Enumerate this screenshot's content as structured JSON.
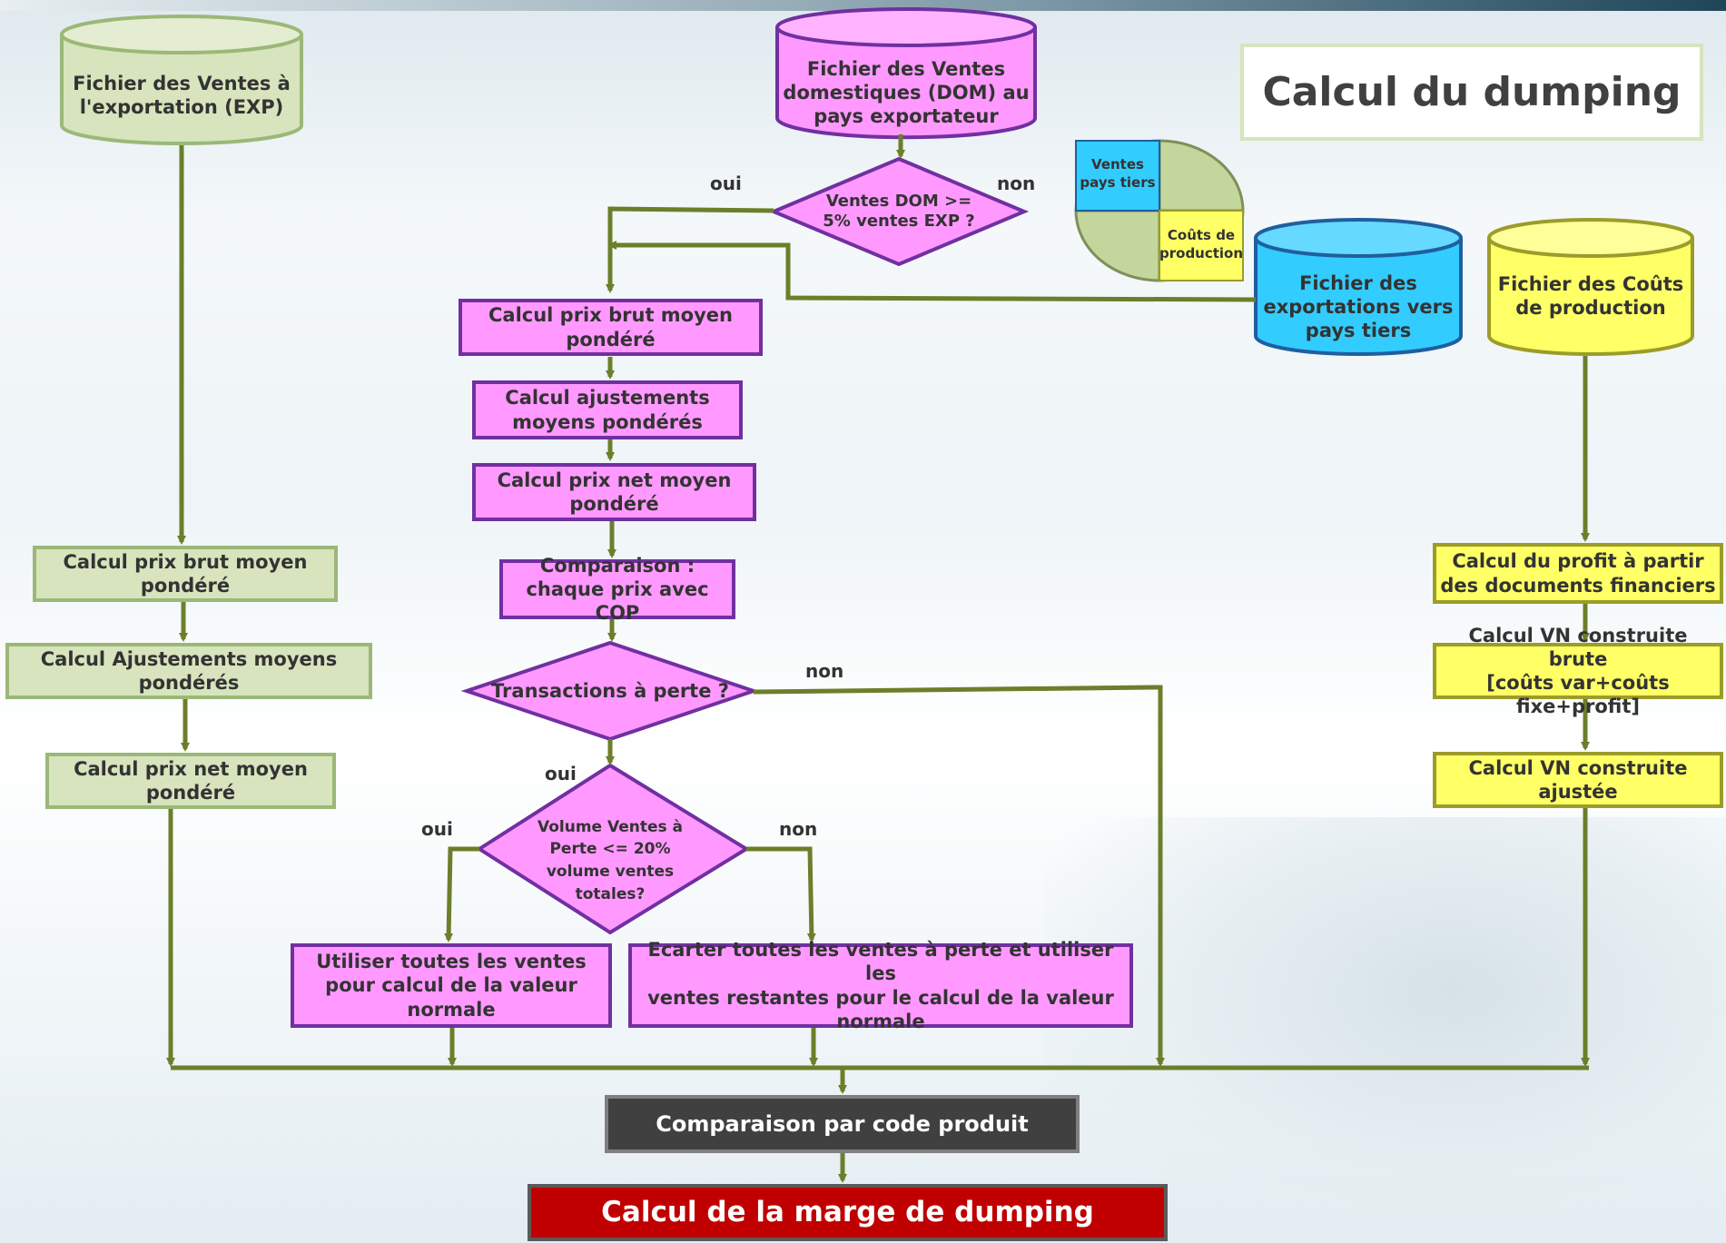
{
  "title": "Calcul du dumping",
  "colors": {
    "green_fill": "#d7e4bd",
    "pink_fill": "#ff99ff",
    "pink_border": "#7030a0",
    "yellow_fill": "#ffff66",
    "blue_fill": "#33ccff",
    "dark_fill": "#404040",
    "red_fill": "#c00000",
    "connector": "#6b7f2a"
  },
  "databases": {
    "exp": "Fichier des Ventes à\nl'exportation (EXP)",
    "dom": "Fichier des Ventes\ndomestiques (DOM) au\npays exportateur",
    "tiers": "Fichier des\nexportations vers\npays tiers",
    "cop": "Fichier des Coûts\nde production"
  },
  "pie": {
    "ventes_tiers": "Ventes\npays tiers",
    "couts_production": "Coûts de\nproduction"
  },
  "left_column": [
    "Calcul prix brut moyen pondéré",
    "Calcul Ajustements moyens pondérés",
    "Calcul prix net moyen pondéré"
  ],
  "middle_column": {
    "decision_dom": "Ventes DOM >=\n5% ventes EXP ?",
    "brut": "Calcul prix brut moyen pondéré",
    "ajustements": "Calcul ajustements\nmoyens pondérés",
    "net": "Calcul prix net moyen pondéré",
    "comparaison_cop": "Comparaison :\nchaque prix avec COP",
    "decision_perte": "Transactions à perte ?",
    "decision_volume": "Volume Ventes à\nPerte <=  20%\nvolume ventes\ntotales?",
    "utiliser": "Utiliser toutes les ventes\npour calcul de la valeur normale",
    "ecarter": "Ecarter toutes les ventes à perte et utiliser les\nventes restantes pour  le calcul de la valeur normale"
  },
  "right_column": [
    "Calcul du profit à partir\ndes documents financiers",
    "Calcul VN construite brute\n[coûts var+coûts fixe+profit]",
    "Calcul VN construite ajustée"
  ],
  "bottom": {
    "comparaison": "Comparaison par code produit",
    "marge": "Calcul de la marge de dumping"
  },
  "edge_labels": {
    "oui_dom": "oui",
    "non_dom": "non",
    "non_perte": "non",
    "oui_perte": "oui",
    "oui_volume": "oui",
    "non_volume": "non"
  }
}
